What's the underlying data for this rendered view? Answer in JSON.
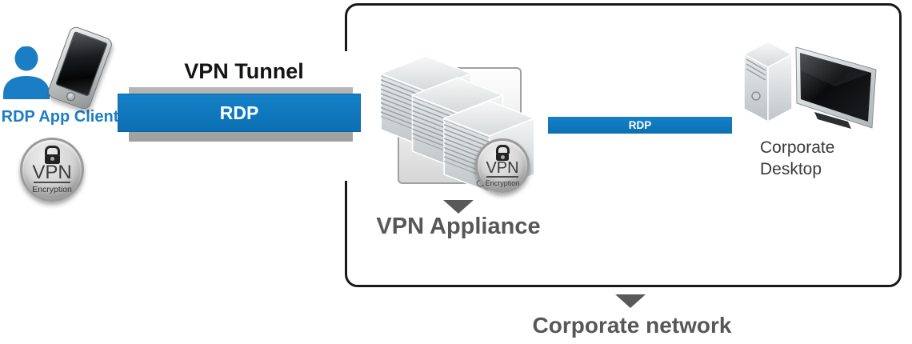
{
  "client": {
    "label": "RDP App Client"
  },
  "vpn_tunnel": {
    "title": "VPN Tunnel",
    "rdp_label": "RDP"
  },
  "encryption_badge": {
    "title": "VPN",
    "subtitle": "Encryption"
  },
  "appliance": {
    "label": "VPN Appliance"
  },
  "corporate_link": {
    "rdp_label": "RDP"
  },
  "corporate_desktop": {
    "label": "Corporate Desktop"
  },
  "corporate_network": {
    "label": "Corporate network"
  },
  "colors": {
    "rdp_blue": "#0e76bf",
    "client_blue": "#1d7dc2",
    "tunnel_gray": "#a8a8a8",
    "label_dark_gray": "#595959",
    "boundary_black": "#191919"
  },
  "icons": {
    "person": "person-icon",
    "smartphone": "smartphone-icon",
    "lock": "lock-icon",
    "servers": "server-stack-icon",
    "desktop": "desktop-computer-icon",
    "arrow": "arrow-down-icon"
  }
}
